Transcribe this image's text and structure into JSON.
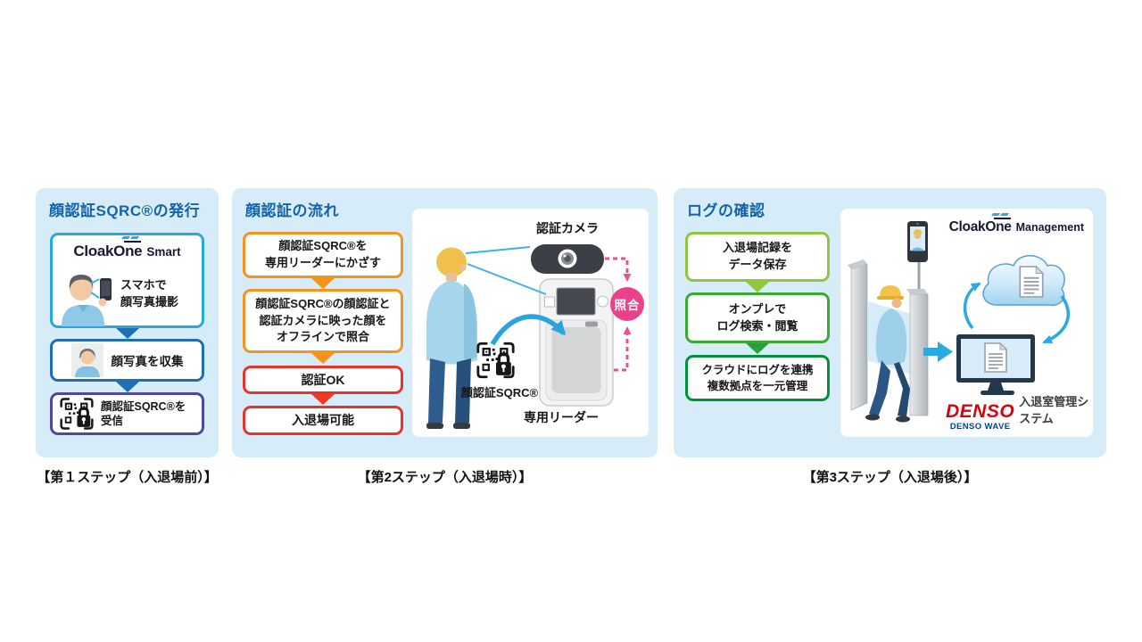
{
  "colors": {
    "panel_bg": "#d7ecf9",
    "title_blue": "#1263ab",
    "border_cyan": "#29a8e0",
    "border_blue": "#1f6fb5",
    "border_indigo": "#4c4a9d",
    "border_orange": "#f6921e",
    "border_red": "#e8332a",
    "border_green_light": "#8dc63f",
    "border_green": "#3aaa35",
    "border_green_dark": "#00913a",
    "match_pink": "#e9418c",
    "accent_cyan": "#29abe2",
    "denso_red": "#dc000c",
    "denso_blue": "#004098"
  },
  "icons": {
    "sqrc": "qr-code-with-padlock",
    "camera": "auth-camera-lens",
    "avatar": "face-photo-avatar",
    "cloud": "cloud-storage",
    "document": "log-document",
    "arrows": "flow-down-triangles"
  },
  "step1": {
    "title": "顔認証SQRC®の発行",
    "caption": "【第１ステップ（入退場前）】",
    "app_logo": {
      "brand": "CloakOne",
      "product": "Smart"
    },
    "photo_box_label": "スマホで\n顔写真撮影",
    "collect_box_label": "顔写真を収集",
    "receive_box_label": "顔認証SQRC®を\n受信"
  },
  "step2": {
    "title": "顔認証の流れ",
    "caption": "【第2ステップ（入退場時）】",
    "flow_steps": [
      "顔認証SQRC®を\n専用リーダーにかざす",
      "顔認証SQRC®の顔認証と\n認証カメラに映った顔を\nオフラインで照合",
      "認証OK",
      "入退場可能"
    ],
    "scene": {
      "camera_label": "認証カメラ",
      "match_badge": "照合",
      "sqrc_label": "顔認証SQRC®",
      "reader_label": "専用リーダー"
    }
  },
  "step3": {
    "title": "ログの確認",
    "caption": "【第3ステップ（入退場後）】",
    "flow_steps": [
      "入退場記録を\nデータ保存",
      "オンプレで\nログ検索・閲覧",
      "クラウドにログを連携\n複数拠点を一元管理"
    ],
    "scene": {
      "logo_brand": "CloakOne",
      "logo_product": "Management",
      "denso": "DENSO",
      "denso_wave": "DENSO WAVE",
      "system_label": "入退室管理システム"
    }
  }
}
